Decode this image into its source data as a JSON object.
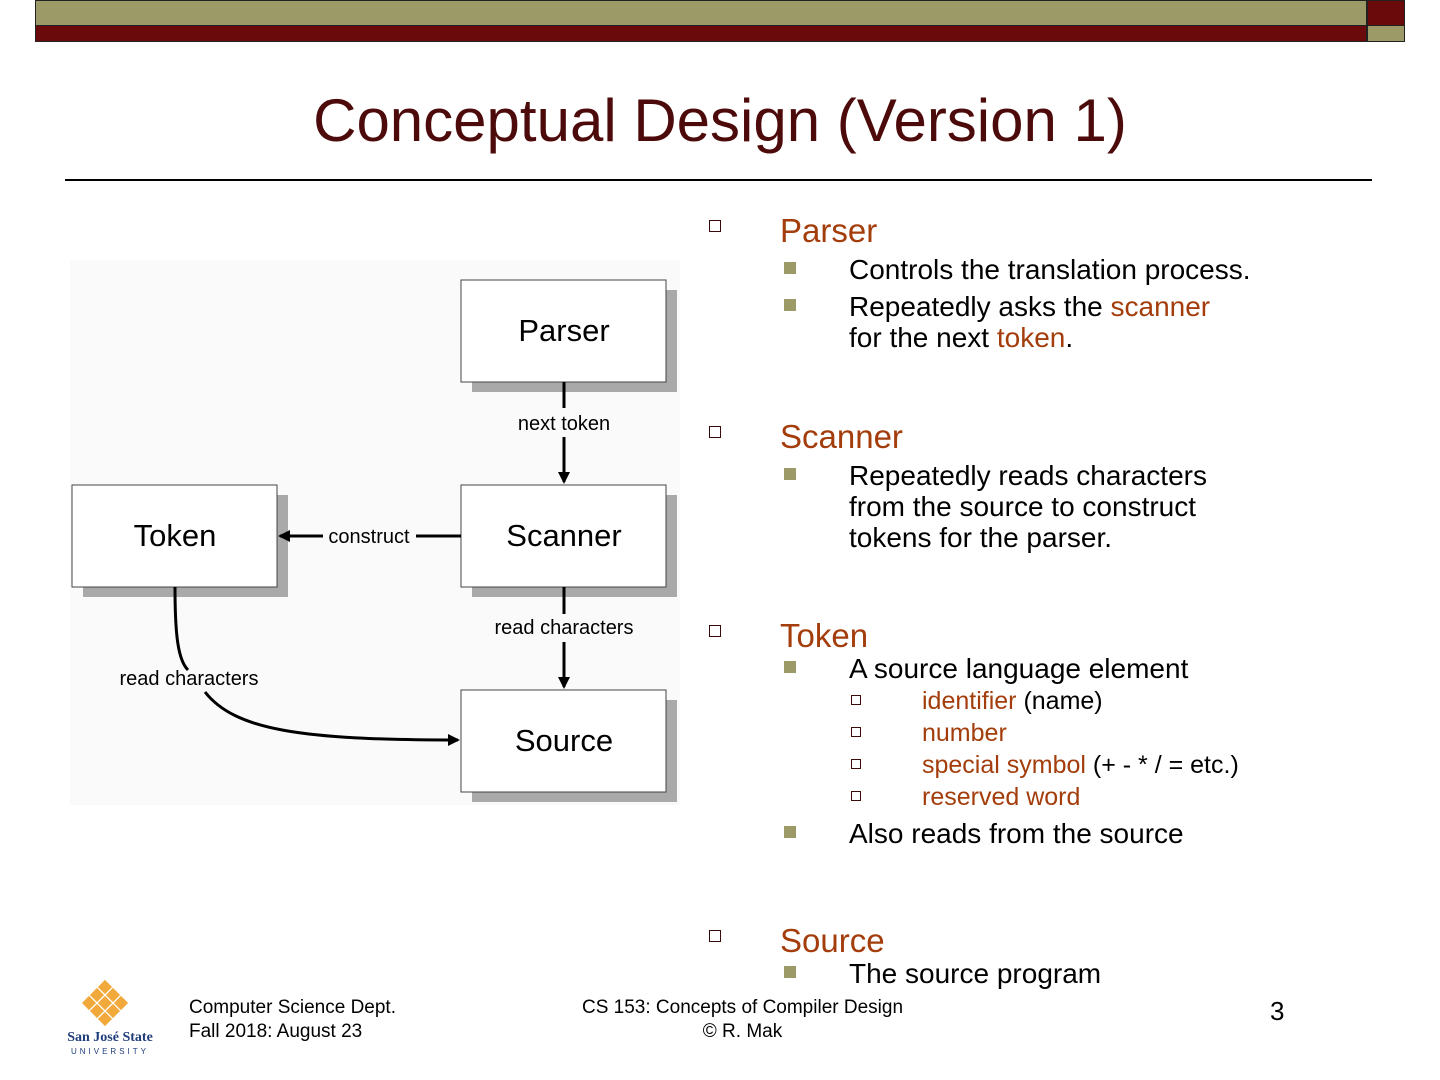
{
  "title": "Conceptual Design (Version 1)",
  "diagram": {
    "parser": "Parser",
    "scanner": "Scanner",
    "token": "Token",
    "source": "Source",
    "next_token": "next token",
    "construct": "construct",
    "read_characters_scanner": "read characters",
    "read_characters_token": "read characters"
  },
  "parser_section": {
    "heading": "Parser",
    "item1": "Controls the translation process.",
    "item2_a": "Repeatedly asks the ",
    "item2_scanner": "scanner",
    "item2_b": "for the next ",
    "item2_token": "token",
    "item2_end": "."
  },
  "scanner_section": {
    "heading": "Scanner",
    "item1_line1": "Repeatedly reads characters",
    "item1_line2": "from the source to construct",
    "item1_line3": "tokens for the parser."
  },
  "token_section": {
    "heading": "Token",
    "item1": "A source language element",
    "sub1_hl": "identifier",
    "sub1_rest": " (name)",
    "sub2_hl": "number",
    "sub3_hl": "special symbol",
    "sub3_rest": " (+ - * / = etc.)",
    "sub4_hl": "reserved word",
    "item2": "Also reads from the source"
  },
  "source_section": {
    "heading": "Source",
    "item1": "The source program"
  },
  "footer": {
    "dept_line1": "Computer Science Dept.",
    "dept_line2": "Fall 2018: August 23",
    "course_line1": "CS 153: Concepts of Compiler Design",
    "course_line2": "© R. Mak",
    "page_number": "3",
    "logo_line1": "San José State",
    "logo_line2": "UNIVERSITY"
  },
  "colors": {
    "olive": "#9c9a67",
    "dark_red": "#6b0a0a",
    "title": "#4d0a0a",
    "highlight": "#a33d0b"
  }
}
